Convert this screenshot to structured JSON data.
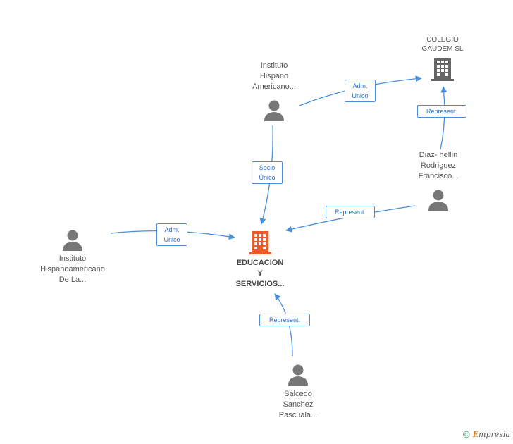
{
  "nodes": {
    "colegio": {
      "lines": [
        "COLEGIO",
        "GAUDEM SL"
      ]
    },
    "instituto_hispano": {
      "lines": [
        "Instituto",
        "Hispano",
        "Americano..."
      ]
    },
    "diaz": {
      "lines": [
        "Diaz- hellin",
        "Rodriguez",
        "Francisco..."
      ]
    },
    "instituto_hispanoamericano": {
      "lines": [
        "Instituto",
        "Hispanoamericano",
        "De La..."
      ]
    },
    "educacion": {
      "lines": [
        "EDUCACION",
        "Y",
        "SERVICIOS..."
      ]
    },
    "salcedo": {
      "lines": [
        "Salcedo",
        "Sanchez",
        "Pascuala..."
      ]
    }
  },
  "edges": {
    "adm_unico_top": {
      "lines": [
        "Adm.",
        "Unico"
      ]
    },
    "represent_colegio": {
      "lines": [
        "Represent."
      ]
    },
    "socio_unico": {
      "lines": [
        "Socio",
        "Único"
      ]
    },
    "represent_diaz": {
      "lines": [
        "Represent."
      ]
    },
    "adm_unico_left": {
      "lines": [
        "Adm.",
        "Unico"
      ]
    },
    "represent_salcedo": {
      "lines": [
        "Represent."
      ]
    }
  },
  "colors": {
    "edge": "#4a8fdb",
    "person_icon": "#777777",
    "building_gray": "#666666",
    "building_main": "#f05a28"
  },
  "footer": {
    "copyright": "©",
    "brand_first": "E",
    "brand_rest": "mpresia"
  }
}
